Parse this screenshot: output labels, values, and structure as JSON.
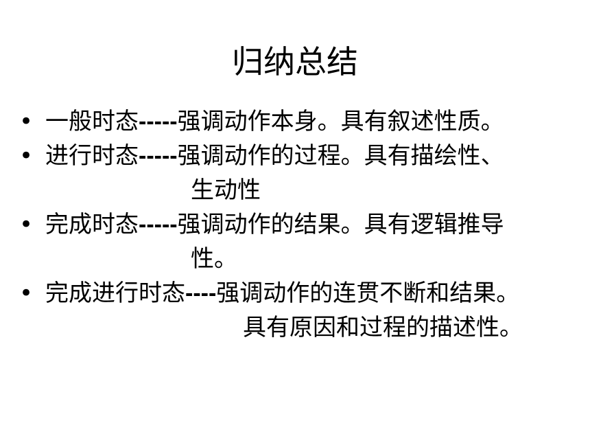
{
  "slide": {
    "title": "归纳总结",
    "bullet_glyph": "•",
    "items": [
      {
        "term": "一般时态",
        "dash": "-----",
        "line1": "强调动作本身。具有叙述性质。",
        "line2": ""
      },
      {
        "term": "进行时态",
        "dash": "-----",
        "line1": "强调动作的过程。具有描绘性、",
        "line2": "生动性"
      },
      {
        "term": "完成时态",
        "dash": "-----",
        "line1": "强调动作的结果。具有逻辑推导",
        "line2": "性。"
      },
      {
        "term": "完成进行时态",
        "dash": "----",
        "line1": "强调动作的连贯不断和结果。",
        "line2": "具有原因和过程的描述性。"
      }
    ]
  }
}
